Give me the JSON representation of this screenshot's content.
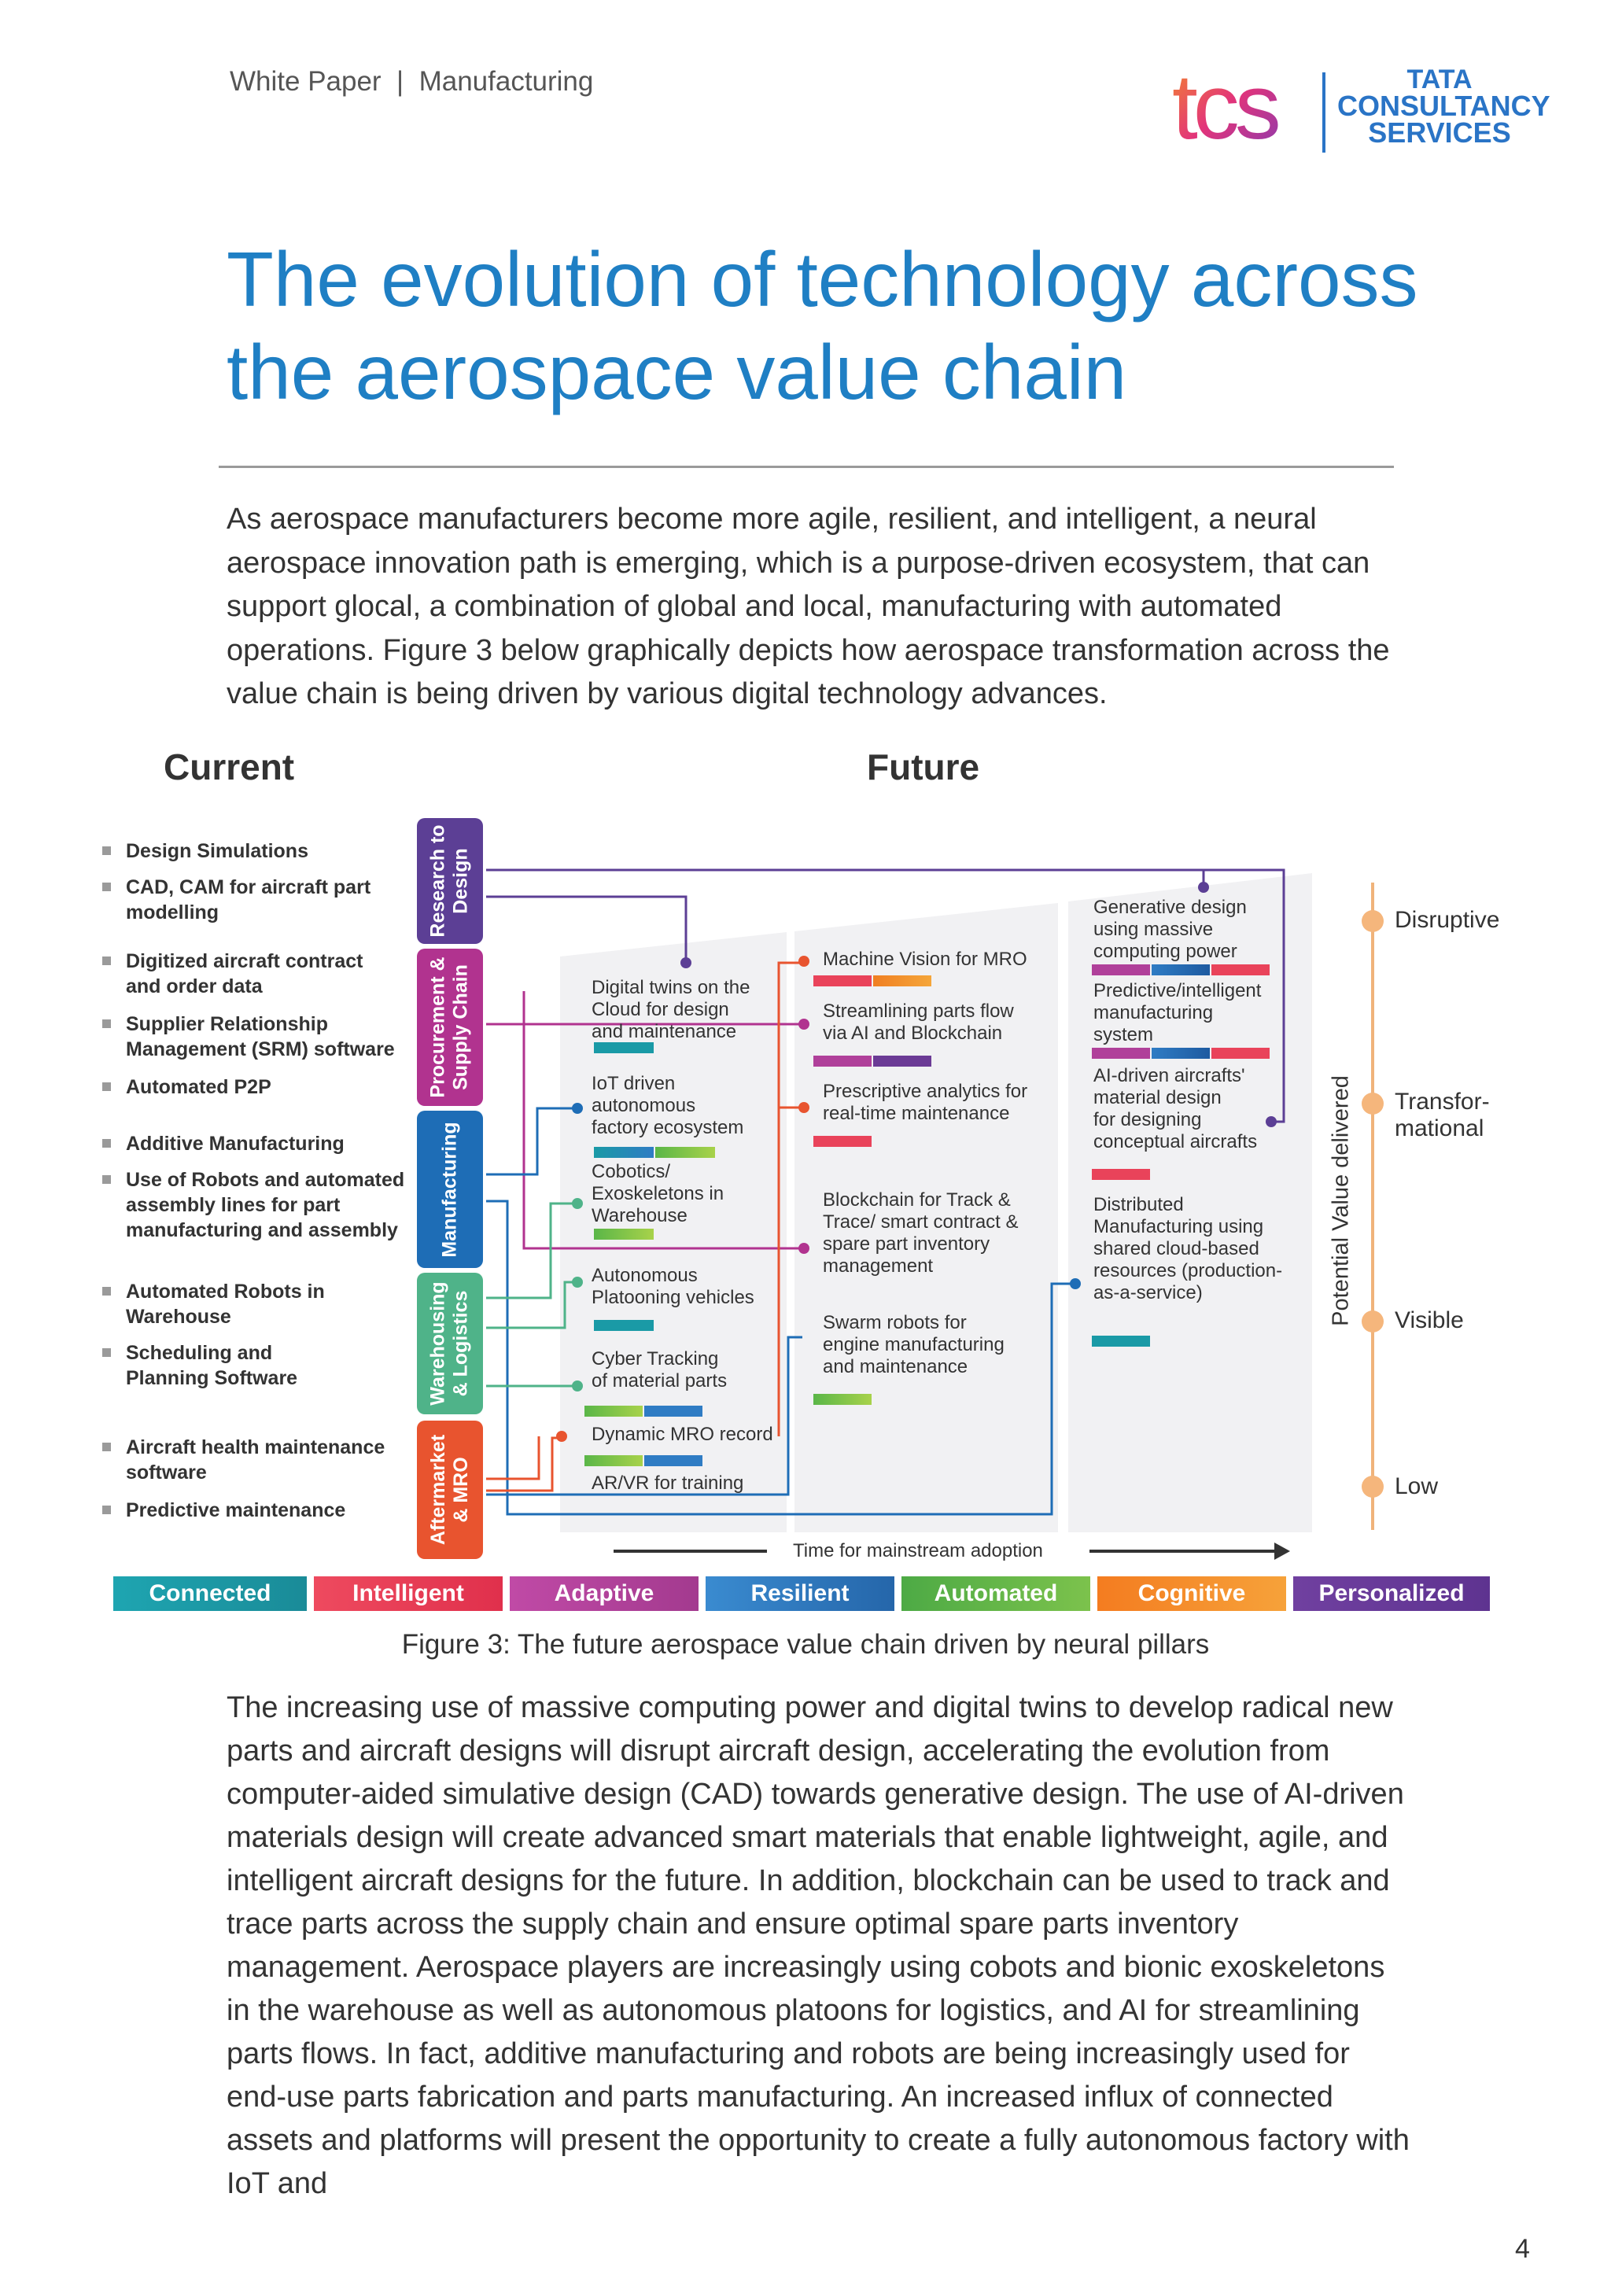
{
  "header": {
    "label": "White Paper  |  Manufacturing",
    "logo_text": "tcs",
    "company": [
      "TATA",
      "CONSULTANCY",
      "SERVICES"
    ]
  },
  "title": [
    "The evolution of technology across",
    "the aerospace value chain"
  ],
  "intro": "As aerospace manufacturers become more agile, resilient, and intelligent, a neural aerospace innovation path is emerging, which is a purpose-driven ecosystem, that can support glocal, a combination of global and local, manufacturing with automated operations. Figure 3 below graphically depicts how aerospace transformation across the value chain is being driven by various digital technology advances.",
  "figure": {
    "current_heading": "Current",
    "future_heading": "Future",
    "current_items": [
      [
        "Design Simulations"
      ],
      [
        "CAD, CAM for aircraft part",
        "modelling"
      ],
      [
        "Digitized aircraft contract",
        "and order data"
      ],
      [
        "Supplier Relationship",
        "Management (SRM) software"
      ],
      [
        "Automated P2P"
      ],
      [
        "Additive Manufacturing"
      ],
      [
        "Use of Robots and automated",
        "assembly lines for part",
        "manufacturing and assembly"
      ],
      [
        "Automated Robots in",
        "Warehouse"
      ],
      [
        "Scheduling and",
        "Planning Software"
      ],
      [
        "Aircraft health maintenance",
        "software"
      ],
      [
        "Predictive maintenance"
      ]
    ],
    "stages": [
      [
        "Research to",
        "Design"
      ],
      [
        "Procurement &",
        "Supply Chain"
      ],
      [
        "Manufacturing"
      ],
      [
        "Warehousing",
        "& Logistics"
      ],
      [
        "Aftermarket",
        "& MRO"
      ]
    ],
    "future_col1": [
      [
        "Digital twins on the",
        "Cloud for design",
        "and maintenance"
      ],
      [
        "IoT driven",
        "autonomous",
        "factory ecosystem"
      ],
      [
        "Cobotics/",
        "Exoskeletons in",
        "Warehouse"
      ],
      [
        "Autonomous",
        "Platooning vehicles"
      ],
      [
        "Cyber Tracking",
        "of material parts"
      ],
      [
        "Dynamic MRO record"
      ],
      [
        "AR/VR for training"
      ]
    ],
    "future_col2": [
      [
        "Machine Vision for MRO"
      ],
      [
        "Streamlining parts flow",
        "via AI and Blockchain"
      ],
      [
        "Prescriptive analytics for",
        "real-time maintenance"
      ],
      [
        "Blockchain for Track &",
        "Trace/ smart contract &",
        "spare part inventory",
        "management"
      ],
      [
        "Swarm robots for",
        "engine manufacturing",
        "and maintenance"
      ]
    ],
    "future_col3": [
      [
        "Generative design",
        "using massive",
        "computing power"
      ],
      [
        "Predictive/intelligent",
        "manufacturing",
        "system"
      ],
      [
        "AI-driven aircrafts'",
        "material design",
        "for designing",
        "conceptual aircrafts"
      ],
      [
        "Distributed",
        "Manufacturing using",
        "shared cloud-based",
        "resources (production-",
        "as-a-service)"
      ]
    ],
    "value_axis_label": "Potential Value delivered",
    "value_levels": [
      "Disruptive",
      [
        "Transfor-",
        "mational"
      ],
      "Visible",
      "Low"
    ],
    "time_axis_label": "Time for mainstream adoption",
    "pillars": [
      {
        "label": "Connected",
        "color": "#1a9aa6"
      },
      {
        "label": "Intelligent",
        "color": "#e9435a"
      },
      {
        "label": "Adaptive",
        "color": "#b0409a"
      },
      {
        "label": "Resilient",
        "color": "#2f7cc4"
      },
      {
        "label": "Automated",
        "color": "#5ab648"
      },
      {
        "label": "Cognitive",
        "color": "#f07f22"
      },
      {
        "label": "Personalized",
        "color": "#6b3b95"
      }
    ],
    "stage_colors": [
      "#5c3f95",
      "#b1338f",
      "#1e6db6",
      "#4fb389",
      "#e8542f"
    ],
    "caption": "Figure 3: The future aerospace value chain driven by neural pillars"
  },
  "body": "The increasing  use of massive computing power and digital twins to develop radical new parts and aircraft designs will disrupt aircraft design, accelerating the evolution from computer-aided simulative design (CAD) towards generative design. The use of AI-driven materials design will create advanced smart materials that enable lightweight, agile, and intelligent aircraft designs for the future. In addition, blockchain can be used to track and trace parts across the supply chain and ensure optimal spare parts inventory management. Aerospace players are increasingly using cobots and bionic exoskeletons in the warehouse as well as autonomous platoons for logistics, and AI for streamlining parts flows. In fact, additive manufacturing and robots are being increasingly used for end-use parts fabrication and parts manufacturing. An increased influx of connected assets and platforms will present the opportunity to create a fully autonomous factory with IoT and",
  "page_number": "4"
}
